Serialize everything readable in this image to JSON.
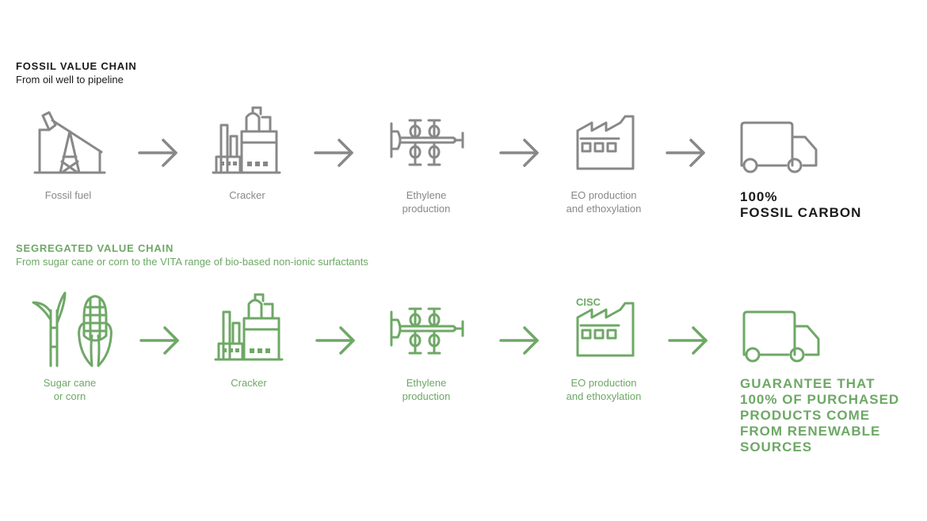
{
  "colors": {
    "fossil": "#888888",
    "green": "#6ea866",
    "text_dark": "#1a1a1a"
  },
  "fossil": {
    "title": "FOSSIL VALUE CHAIN",
    "subtitle": "From oil well to pipeline",
    "steps": [
      {
        "icon": "pumpjack-icon",
        "label_lines": [
          "Fossil fuel"
        ]
      },
      {
        "icon": "cracker-icon",
        "label_lines": [
          "Cracker"
        ]
      },
      {
        "icon": "ethylene-reactor-icon",
        "label_lines": [
          "Ethylene",
          "production"
        ]
      },
      {
        "icon": "factory-icon",
        "label_lines": [
          "EO production",
          "and ethoxylation"
        ]
      }
    ],
    "result": {
      "icon": "truck-icon",
      "lines": [
        "100%",
        "FOSSIL CARBON"
      ]
    }
  },
  "segregated": {
    "title": "SEGREGATED VALUE CHAIN",
    "subtitle": "From sugar cane or corn to the VITA range of bio-based non-ionic surfactants",
    "steps": [
      {
        "icon": "sugarcane-corn-icon",
        "label_lines": [
          "Sugar cane",
          "or corn"
        ]
      },
      {
        "icon": "cracker-icon",
        "label_lines": [
          "Cracker"
        ]
      },
      {
        "icon": "ethylene-reactor-icon",
        "label_lines": [
          "Ethylene",
          "production"
        ]
      },
      {
        "icon": "factory-icon",
        "label_lines": [
          "EO production",
          "and ethoxylation"
        ],
        "badge": "CISC"
      }
    ],
    "result": {
      "icon": "truck-icon",
      "lines": [
        "GUARANTEE THAT",
        "100% OF PURCHASED",
        "PRODUCTS COME",
        "FROM RENEWABLE",
        "SOURCES"
      ]
    }
  }
}
